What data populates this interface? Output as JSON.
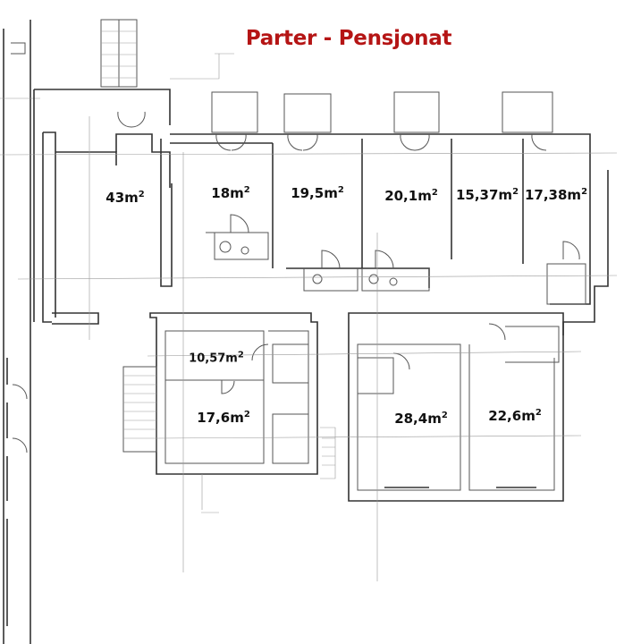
{
  "title": "Parter - Pensjonat",
  "unit_suffix": "m",
  "unit_exponent": "2",
  "rooms": [
    {
      "area": "43"
    },
    {
      "area": "18"
    },
    {
      "area": "19,5"
    },
    {
      "area": "20,1"
    },
    {
      "area": "15,37"
    },
    {
      "area": "17,38"
    },
    {
      "area": "10,57"
    },
    {
      "area": "17,6"
    },
    {
      "area": "28,4"
    },
    {
      "area": "22,6"
    }
  ]
}
